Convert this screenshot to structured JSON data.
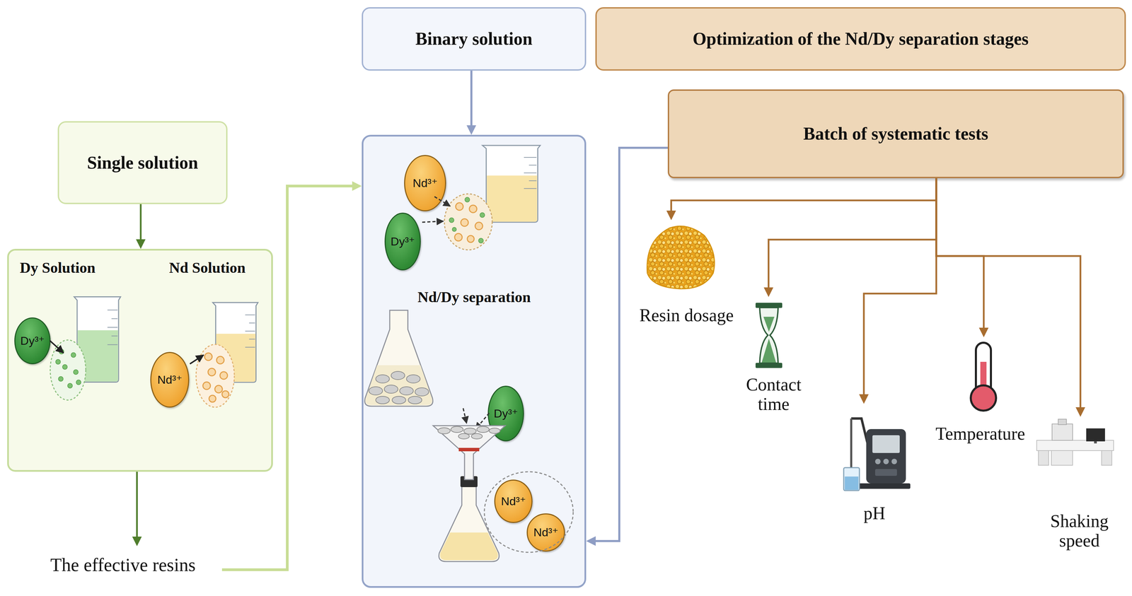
{
  "diagram": {
    "nodes": [
      {
        "text": [
          "Binary solution"
        ]
      },
      {
        "text": [
          "Optimization of the Nd/Dy separation stages"
        ]
      },
      {
        "text": [
          "Batch of systematic tests"
        ]
      },
      {
        "text": [
          "Single solution"
        ]
      },
      {
        "text": [
          "Dy Solution",
          "Nd Solution"
        ]
      },
      {
        "text": [
          "Dy³⁺"
        ],
        "in": 4
      },
      {
        "text": [
          "Nd³⁺"
        ],
        "in": 4
      },
      {
        "text": [
          "Nd/Dy separation"
        ]
      },
      {
        "text": [
          "Nd³⁺"
        ],
        "in": 7
      },
      {
        "text": [
          "Dy³⁺"
        ],
        "in": 7
      },
      {
        "text": [
          "Dy³⁺"
        ],
        "in": 7
      },
      {
        "text": [
          "Nd³⁺"
        ],
        "in": 7
      },
      {
        "text": [
          "Nd³⁺"
        ],
        "in": 7
      },
      {
        "text": [
          "The effective resins"
        ]
      },
      {
        "text": [
          "Resin dosage"
        ]
      },
      {
        "text": [
          "Contact time"
        ]
      },
      {
        "text": [
          "pH"
        ]
      },
      {
        "text": [
          "Temperature"
        ]
      },
      {
        "text": [
          "Shaking speed"
        ]
      }
    ],
    "edges": [
      {
        "from": 3,
        "to": 4,
        "arrow": "to"
      },
      {
        "from": 4,
        "to": 13,
        "arrow": "to"
      },
      {
        "from": 13,
        "to": 7,
        "arrow": "to"
      },
      {
        "from": 0,
        "to": 7,
        "arrow": "to"
      },
      {
        "from": 2,
        "to": 7,
        "arrow": "to"
      },
      {
        "from": 2,
        "to": 14,
        "arrow": "to"
      },
      {
        "from": 2,
        "to": 15,
        "arrow": "to"
      },
      {
        "from": 2,
        "to": 16,
        "arrow": "to"
      },
      {
        "from": 2,
        "to": 17,
        "arrow": "to"
      },
      {
        "from": 2,
        "to": 18,
        "arrow": "to"
      }
    ]
  }
}
